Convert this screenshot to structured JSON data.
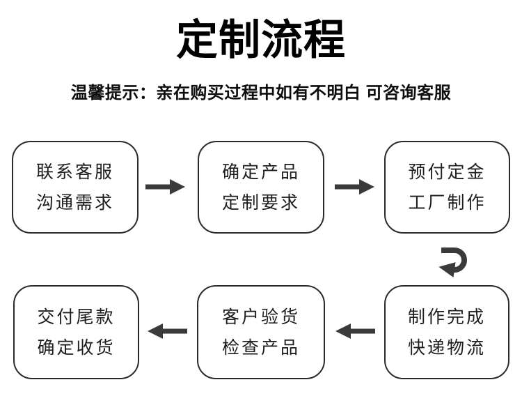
{
  "header": {
    "title": "定制流程",
    "subtitle": "温馨提示：亲在购买过程中如有不明白 可咨询客服"
  },
  "flow": {
    "steps": [
      {
        "order": 1,
        "line1": "联系客服",
        "line2": "沟通需求"
      },
      {
        "order": 2,
        "line1": "确定产品",
        "line2": "定制要求"
      },
      {
        "order": 3,
        "line1": "预付定金",
        "line2": "工厂制作"
      },
      {
        "order": 4,
        "line1": "制作完成",
        "line2": "快递物流"
      },
      {
        "order": 5,
        "line1": "客户验货",
        "line2": "检查产品"
      },
      {
        "order": 6,
        "line1": "交付尾款",
        "line2": "确定收货"
      }
    ],
    "arrows": [
      {
        "from": 1,
        "to": 2,
        "direction": "right"
      },
      {
        "from": 2,
        "to": 3,
        "direction": "right"
      },
      {
        "from": 3,
        "to": 4,
        "direction": "u-turn-down-left"
      },
      {
        "from": 4,
        "to": 5,
        "direction": "left"
      },
      {
        "from": 5,
        "to": 6,
        "direction": "left"
      }
    ]
  },
  "colors": {
    "background": "#ffffff",
    "box_border": "#2a2a2a",
    "box_text": "#1d1d1d",
    "arrow": "#3a3a3a",
    "title_text": "#000000"
  }
}
